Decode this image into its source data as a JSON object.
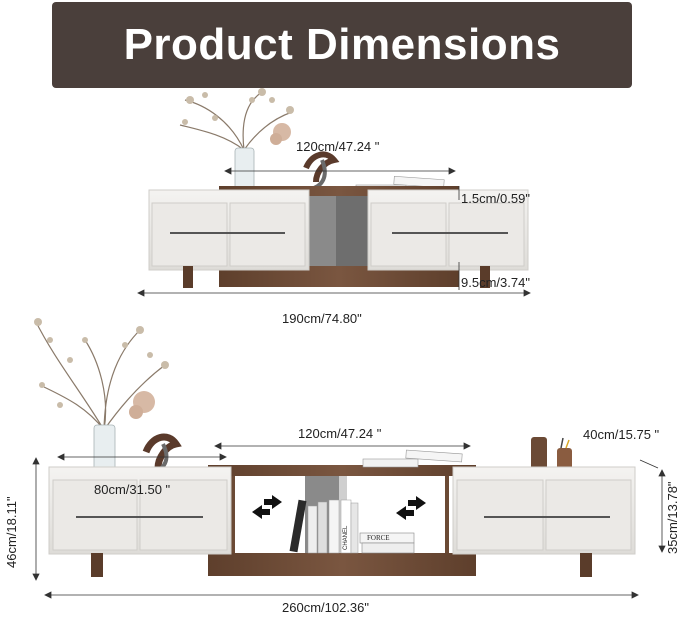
{
  "banner": {
    "title": "Product Dimensions"
  },
  "top_unit": {
    "top_length": "120cm/47.24 \"",
    "top_thickness": "1.5cm/0.59\"",
    "base_height": "9.5cm/3.74\"",
    "total_length": "190cm/74.80\""
  },
  "bottom_unit": {
    "top_length": "120cm/47.24 \"",
    "cabinet_length": "80cm/31.50 \"",
    "depth": "40cm/15.75 \"",
    "cabinet_height": "35cm/13.78\"",
    "total_height": "46cm/18.11\"",
    "total_length": "260cm/102.36\""
  },
  "book_titles": {
    "spine": "CHANEL",
    "box": "FORCE"
  },
  "colors": {
    "banner_bg": "#4a3f3b",
    "walnut": "#6b4a35",
    "cabinet": "#ecebe8",
    "handle": "#555555"
  }
}
